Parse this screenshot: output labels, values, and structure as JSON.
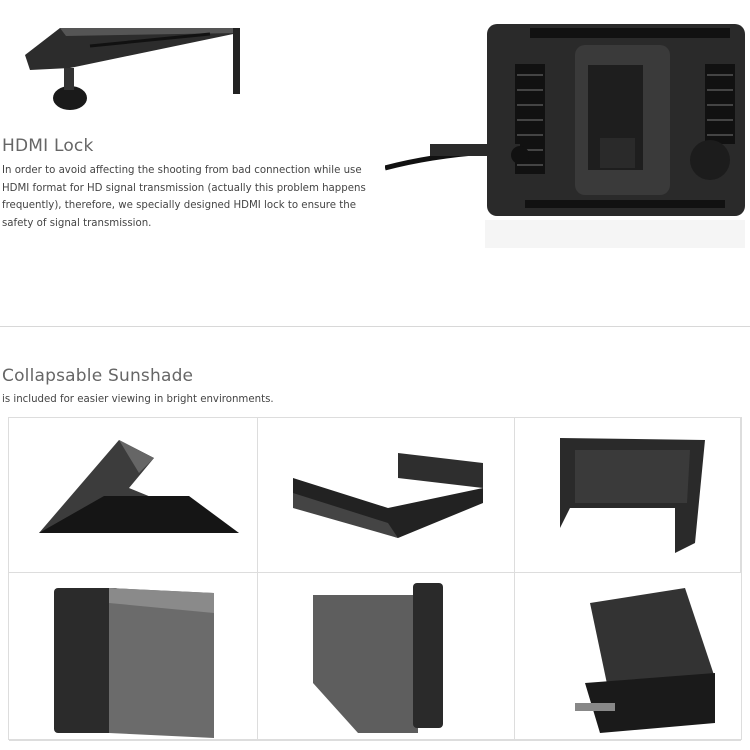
{
  "hdmi_section": {
    "title": "HDMI Lock",
    "description": "In order to avoid affecting the shooting from bad connection while use HDMI format for HD signal transmission (actually this problem happens frequently), therefore, we specially designed HDMI lock to ensure the safety of signal transmission.",
    "images": [
      "hdmi-lock-bracket",
      "monitor-back-with-hdmi-lock"
    ]
  },
  "sunshade_section": {
    "title": "Collapsable Sunshade",
    "subtitle": "is included for easier viewing in bright environments.",
    "gallery": [
      "sunshade-folded",
      "sunshade-frame",
      "sunshade-open-front",
      "monitor-with-sunshade-rear",
      "sunshade-side",
      "monitor-with-sunshade-front"
    ]
  }
}
